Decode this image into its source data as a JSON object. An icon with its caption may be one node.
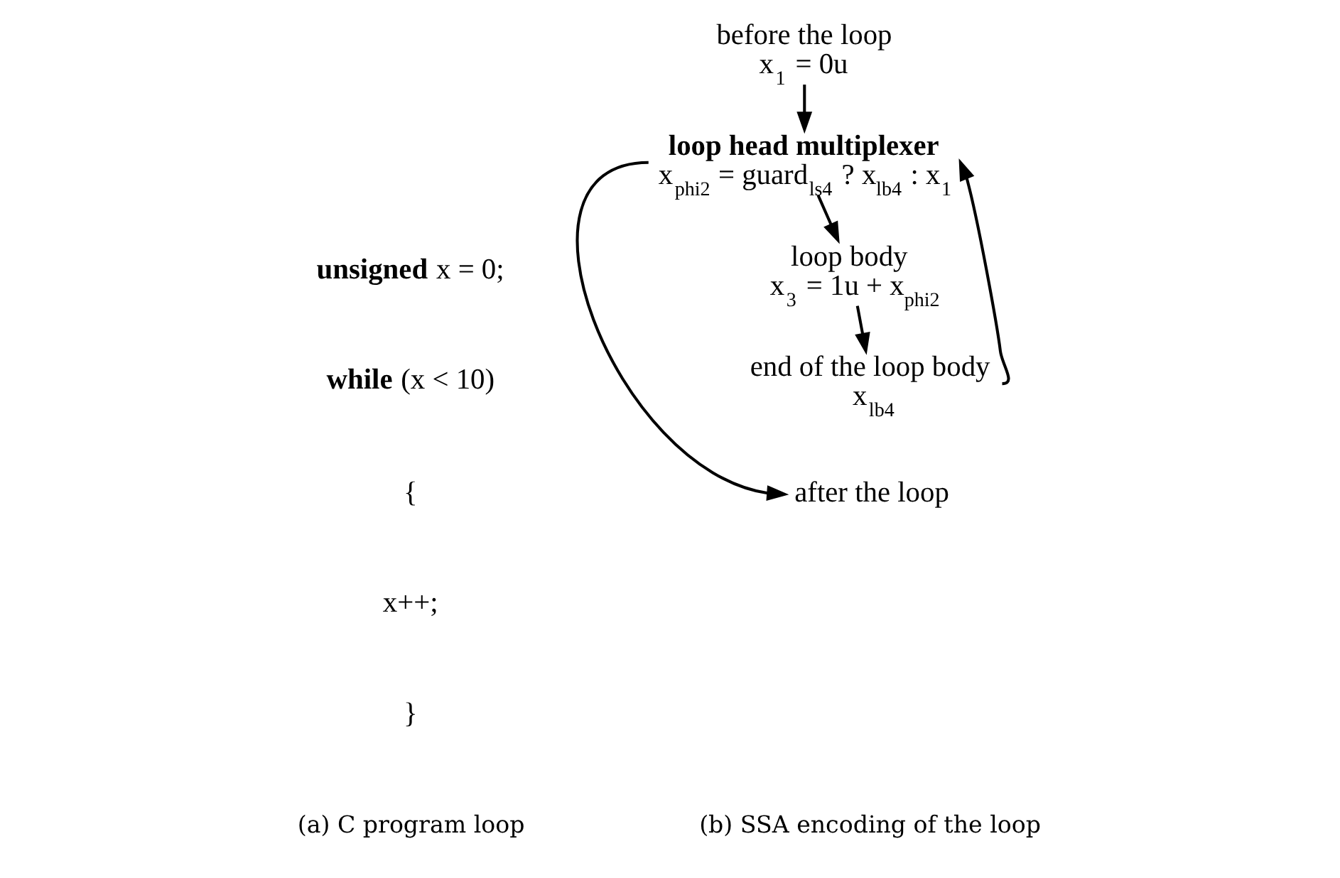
{
  "diagram": {
    "nodes": [
      {
        "text": [
          "before the loop",
          "x$_{1}$ = 0u"
        ]
      },
      {
        "text": [
          "loop head multiplexer",
          "x$_{phi2}$ = guard$_{ls4}$ ? x$_{lb4}$ : x$_{1}$"
        ]
      },
      {
        "text": [
          "loop body",
          "x$_{3}$ = 1u + x$_{phi2}$"
        ]
      },
      {
        "text": [
          "end of the loop body",
          "x$_{lb4}$"
        ]
      },
      {
        "text": [
          "after the loop"
        ]
      }
    ],
    "edges": [
      {
        "from": 0,
        "to": 1,
        "arrow": "to"
      },
      {
        "from": 1,
        "to": 2,
        "arrow": "to"
      },
      {
        "from": 2,
        "to": 3,
        "arrow": "to"
      },
      {
        "from": 3,
        "to": 1,
        "arrow": "to"
      },
      {
        "from": 1,
        "to": 4,
        "arrow": "to"
      }
    ],
    "labels": [
      "**unsigned** x = 0;",
      "**while** (x < 10)",
      "{",
      "x++;",
      "}",
      "(a) C program loop",
      "(b) SSA encoding of the loop"
    ]
  }
}
